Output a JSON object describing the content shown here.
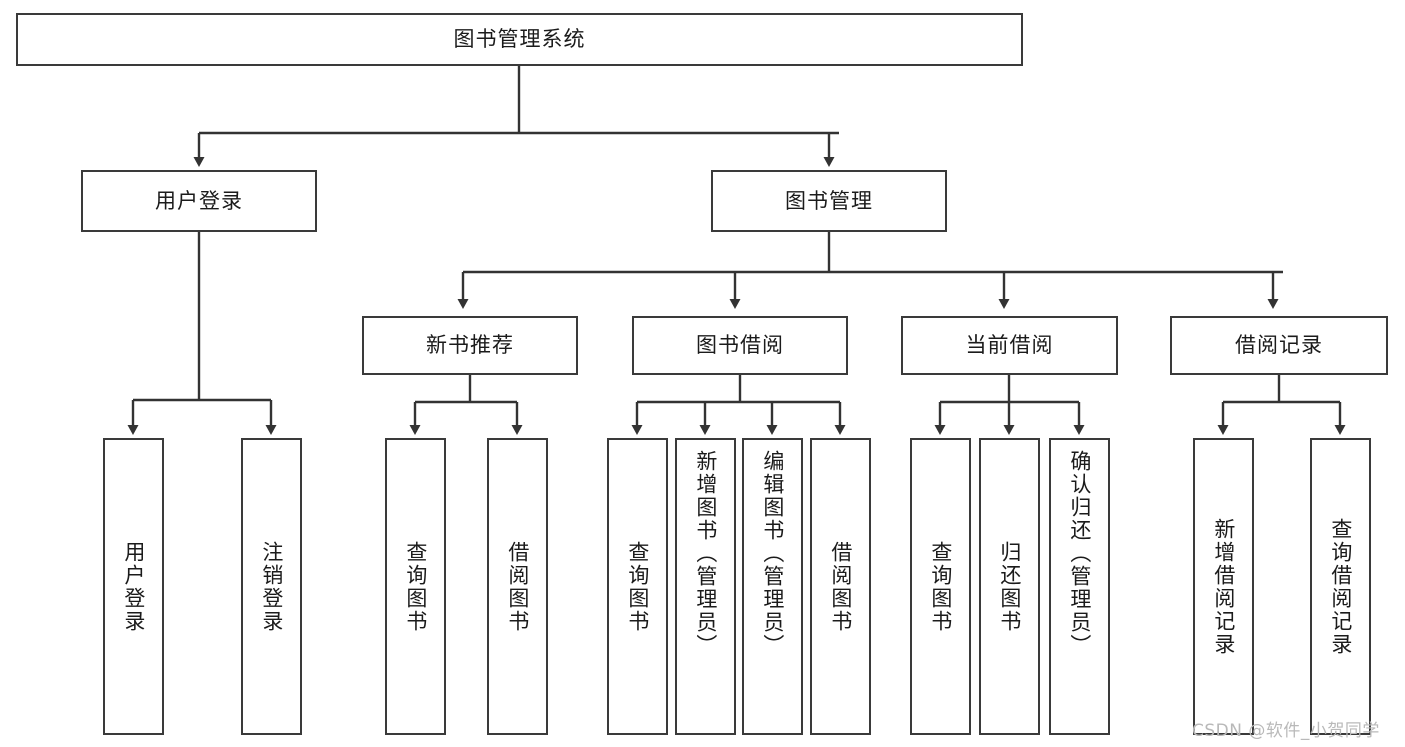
{
  "diagram": {
    "title": "图书管理系统",
    "type": "tree-hierarchy-chart",
    "root": {
      "label": "图书管理系统"
    },
    "level2": [
      {
        "label": "用户登录"
      },
      {
        "label": "图书管理"
      }
    ],
    "level3": [
      {
        "label": "新书推荐"
      },
      {
        "label": "图书借阅"
      },
      {
        "label": "当前借阅"
      },
      {
        "label": "借阅记录"
      }
    ],
    "leaves": {
      "user_login": [
        {
          "label": "用户登录"
        },
        {
          "label": "注销登录"
        }
      ],
      "new_book_recommend": [
        {
          "label": "查询图书"
        },
        {
          "label": "借阅图书"
        }
      ],
      "book_borrow": [
        {
          "label": "查询图书"
        },
        {
          "label": "新增图书（管理员）"
        },
        {
          "label": "编辑图书（管理员）"
        },
        {
          "label": "借阅图书"
        }
      ],
      "current_borrow": [
        {
          "label": "查询图书"
        },
        {
          "label": "归还图书"
        },
        {
          "label": "确认归还（管理员）"
        }
      ],
      "borrow_record": [
        {
          "label": "新增借阅记录"
        },
        {
          "label": "查询借阅记录"
        }
      ]
    }
  },
  "watermark": {
    "text": "CSDN @软件_小贺同学"
  },
  "colors": {
    "box_border": "#3a3a3a",
    "box_fill": "#ffffff",
    "connector": "#333333",
    "text": "#1b1b1b",
    "watermark": "#b9b9b9",
    "background": "#ffffff"
  }
}
